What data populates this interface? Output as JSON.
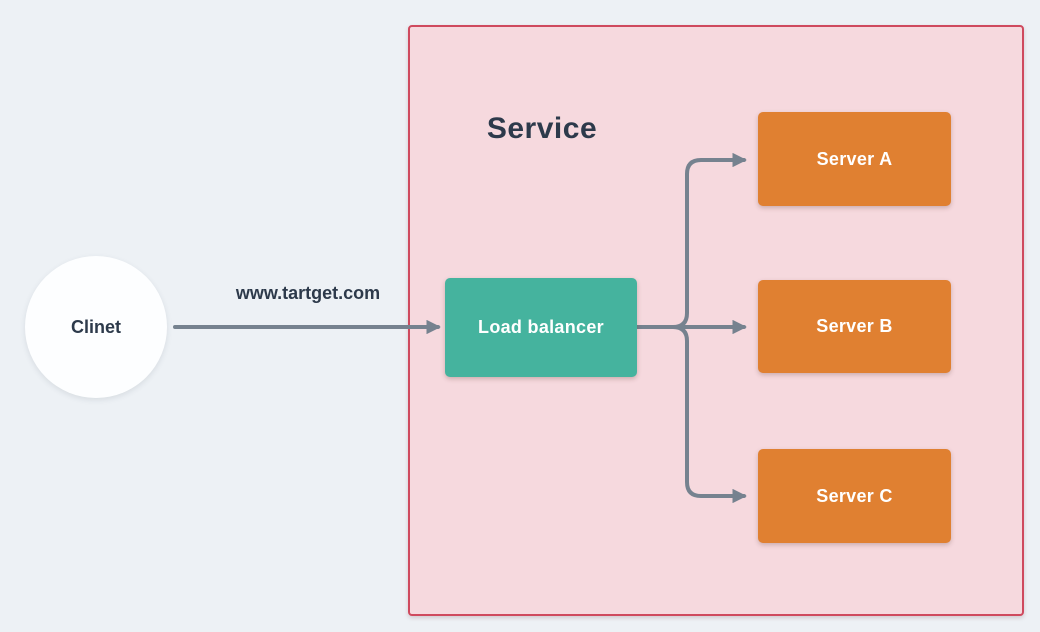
{
  "diagram": {
    "service_title": "Service",
    "client_label": "Clinet",
    "connection_label": "www.tartget.com",
    "load_balancer_label": "Load balancer",
    "servers": [
      {
        "label": "Server A"
      },
      {
        "label": "Server B"
      },
      {
        "label": "Server C"
      }
    ],
    "colors": {
      "background": "#edf1f5",
      "service_fill": "#f6d9de",
      "service_border": "#cf4a5e",
      "load_balancer_fill": "#45b39e",
      "server_fill": "#e08031",
      "connector": "#76828f",
      "dark_text": "#2d3a4b",
      "node_text": "#ffffff"
    }
  }
}
